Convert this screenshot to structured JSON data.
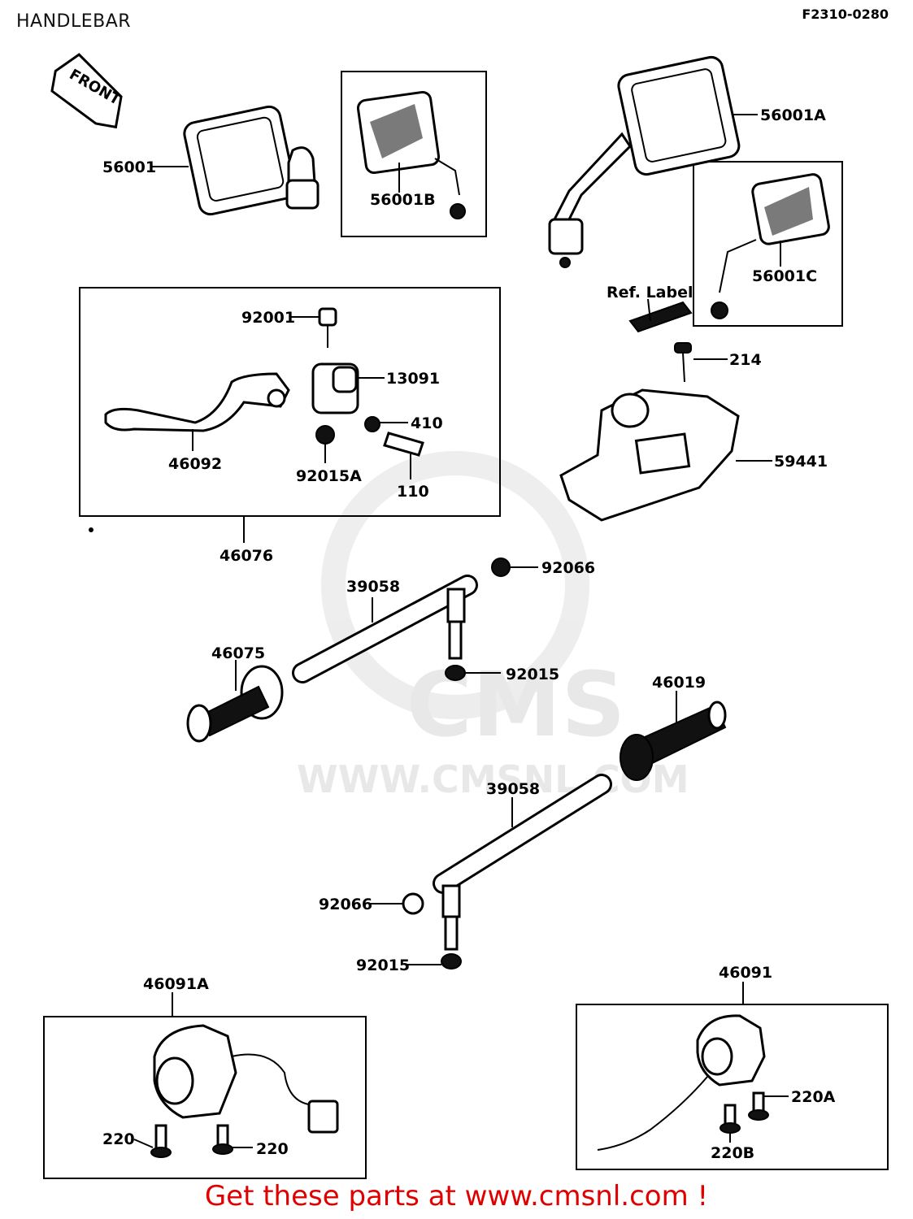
{
  "header": {
    "title": "HANDLEBAR",
    "code": "F2310-0280"
  },
  "arrow": {
    "label": "FRONT"
  },
  "footer": {
    "text": "Get these parts at www.cmsnl.com !"
  },
  "watermark": {
    "logo": "CMS",
    "url": "WWW.CMSNL.COM"
  },
  "parts": {
    "p56001": "56001",
    "p56001B": "56001B",
    "p56001A": "56001A",
    "p56001C": "56001C",
    "ref_label": "Ref. Label",
    "p214": "214",
    "p59441": "59441",
    "p92001": "92001",
    "p13091": "13091",
    "p410": "410",
    "p46092": "46092",
    "p92015A": "92015A",
    "p110": "110",
    "p46076": "46076",
    "p92066_top": "92066",
    "p39058_top": "39058",
    "p46075": "46075",
    "p92015_top": "92015",
    "p46019": "46019",
    "p39058_bottom": "39058",
    "p92066_bottom": "92066",
    "p92015_bottom": "92015",
    "p46091A": "46091A",
    "p220_left": "220",
    "p220_right": "220",
    "p46091": "46091",
    "p220A": "220A",
    "p220B": "220B"
  }
}
